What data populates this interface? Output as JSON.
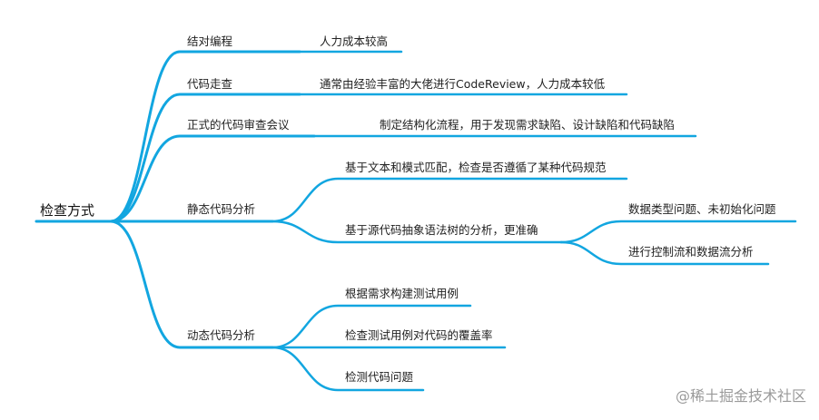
{
  "colors": {
    "branch": "#12a6e0"
  },
  "root": {
    "label": "检查方式"
  },
  "branches": [
    {
      "label": "结对编程",
      "children": [
        {
          "label": "人力成本较高"
        }
      ]
    },
    {
      "label": "代码走查",
      "children": [
        {
          "label": "通常由经验丰富的大佬进行CodeReview，人力成本较低"
        }
      ]
    },
    {
      "label": "正式的代码审查会议",
      "children": [
        {
          "label": "制定结构化流程，用于发现需求缺陷、设计缺陷和代码缺陷"
        }
      ]
    },
    {
      "label": "静态代码分析",
      "children": [
        {
          "label": "基于文本和模式匹配，检查是否遵循了某种代码规范"
        },
        {
          "label": "基于源代码抽象语法树的分析，更准确",
          "children": [
            {
              "label": "数据类型问题、未初始化问题"
            },
            {
              "label": "进行控制流和数据流分析"
            }
          ]
        }
      ]
    },
    {
      "label": "动态代码分析",
      "children": [
        {
          "label": "根据需求构建测试用例"
        },
        {
          "label": "检查测试用例对代码的覆盖率"
        },
        {
          "label": "检测代码问题"
        }
      ]
    }
  ],
  "watermark": {
    "text": "@稀土掘金技术社区"
  }
}
